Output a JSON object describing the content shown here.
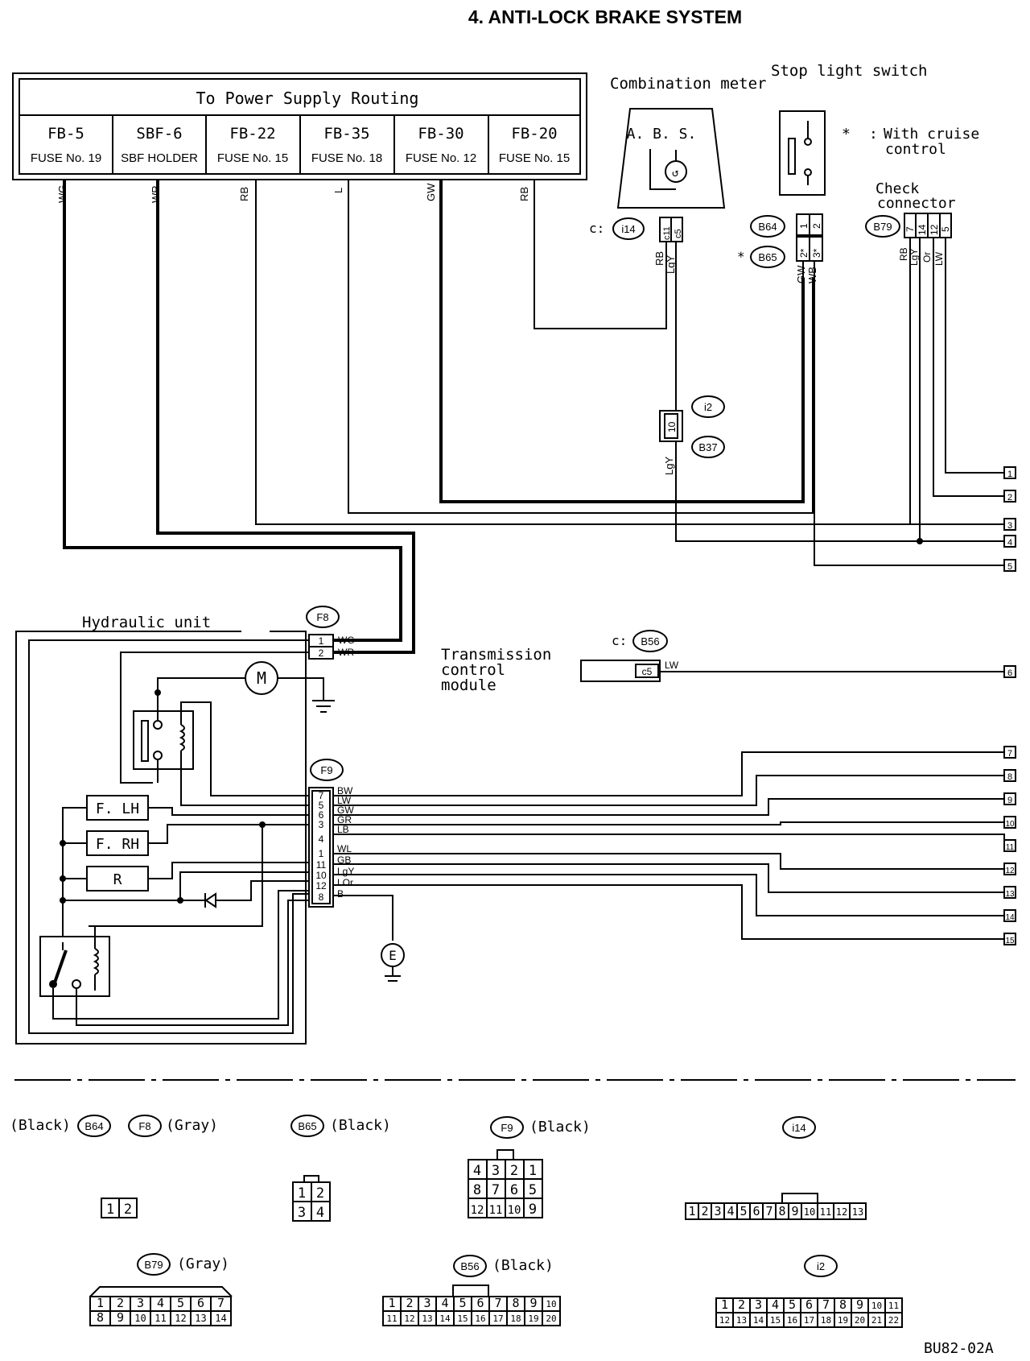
{
  "title": "4. ANTI-LOCK BRAKE SYSTEM",
  "code": "BU82-02A",
  "power": {
    "header": "To Power Supply Routing",
    "fuses": [
      {
        "id": "FB-5",
        "label": "FUSE No. 19",
        "wire": "WG"
      },
      {
        "id": "SBF-6",
        "label": "SBF HOLDER",
        "wire": "WR"
      },
      {
        "id": "FB-22",
        "label": "FUSE No. 15",
        "wire": "RB"
      },
      {
        "id": "FB-35",
        "label": "FUSE No. 18",
        "wire": "L"
      },
      {
        "id": "FB-30",
        "label": "FUSE No. 12",
        "wire": "GW"
      },
      {
        "id": "FB-20",
        "label": "FUSE No. 15",
        "wire": "RB"
      }
    ]
  },
  "combination_meter": {
    "label": "Combination meter",
    "inner": "A. B. S.",
    "connector": "c:",
    "connector_id": "i14",
    "pins": [
      "c11",
      "c5"
    ],
    "wires": [
      "RB",
      "LgY"
    ]
  },
  "stop_light": {
    "label": "Stop light switch",
    "conn1": "B64",
    "conn2": "B65",
    "star": "*",
    "pins_top": [
      "1",
      "2"
    ],
    "pins_bot": [
      "2*",
      "3*"
    ],
    "wires": [
      "GW",
      "WB"
    ]
  },
  "note": {
    "star": "*",
    "sep": ":",
    "line1": "With cruise",
    "line2": "control"
  },
  "check_connector": {
    "label1": "Check",
    "label2": "connector",
    "id": "B79",
    "pins": [
      "7",
      "14",
      "12",
      "5"
    ],
    "wires": [
      "RB",
      "LgY",
      "Or",
      "LW"
    ]
  },
  "joint": {
    "top": "i2",
    "bottom": "B37",
    "pin": "10",
    "wire": "LgY"
  },
  "tcm": {
    "line1": "Transmission",
    "line2": "control",
    "line3": "module",
    "prefix": "c:",
    "id": "B56",
    "pin": "c5",
    "wire": "LW"
  },
  "hydraulic": {
    "label": "Hydraulic unit",
    "f8": "F8",
    "f8_pins": [
      "1",
      "2"
    ],
    "f8_wires": [
      "WG",
      "WR"
    ],
    "f9": "F9",
    "f9_pins": [
      "7",
      "5",
      "6",
      "3",
      "4",
      "1",
      "11",
      "10",
      "12",
      "8"
    ],
    "f9_wires": [
      "BW",
      "LW",
      "GW",
      "GR",
      "LB",
      "WL",
      "GB",
      "LgY",
      "LOr",
      "B"
    ],
    "valves": [
      "F. LH",
      "F. RH",
      "R"
    ],
    "motor": "M",
    "ground": "E"
  },
  "terminals": [
    "1",
    "2",
    "3",
    "4",
    "5",
    "6",
    "7",
    "8",
    "9",
    "10",
    "11",
    "12",
    "13",
    "14",
    "15"
  ],
  "views": {
    "b64f8": {
      "left": "(Black)",
      "c1": "B64",
      "c2": "F8",
      "right": "(Gray)",
      "pins": [
        "1",
        "2"
      ]
    },
    "b65": {
      "id": "B65",
      "color": "(Black)",
      "pins": [
        "1",
        "2",
        "3",
        "4"
      ]
    },
    "f9": {
      "id": "F9",
      "color": "(Black)",
      "pins": [
        "4",
        "3",
        "2",
        "1",
        "8",
        "7",
        "6",
        "5",
        "12",
        "11",
        "10",
        "9"
      ]
    },
    "i14": {
      "id": "i14",
      "pins": [
        "1",
        "2",
        "3",
        "4",
        "5",
        "6",
        "7",
        "8",
        "9",
        "10",
        "11",
        "12",
        "13"
      ]
    },
    "b79": {
      "id": "B79",
      "color": "(Gray)",
      "pins": [
        "1",
        "2",
        "3",
        "4",
        "5",
        "6",
        "7",
        "8",
        "9",
        "10",
        "11",
        "12",
        "13",
        "14"
      ]
    },
    "b56": {
      "id": "B56",
      "color": "(Black)",
      "pins": [
        "1",
        "2",
        "3",
        "4",
        "5",
        "6",
        "7",
        "8",
        "9",
        "10",
        "11",
        "12",
        "13",
        "14",
        "15",
        "16",
        "17",
        "18",
        "19",
        "20"
      ]
    },
    "i2": {
      "id": "i2",
      "pins": [
        "1",
        "2",
        "3",
        "4",
        "5",
        "6",
        "7",
        "8",
        "9",
        "10",
        "11",
        "12",
        "13",
        "14",
        "15",
        "16",
        "17",
        "18",
        "19",
        "20",
        "21",
        "22"
      ]
    }
  }
}
